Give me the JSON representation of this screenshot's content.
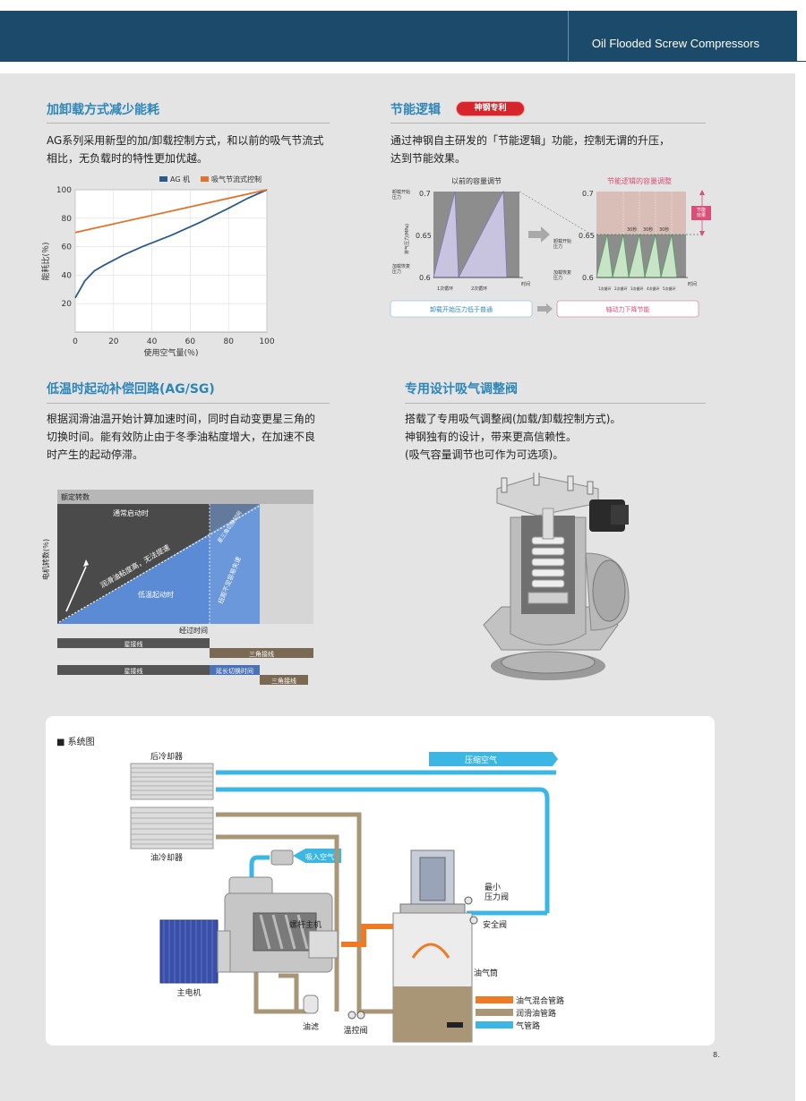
{
  "header": {
    "title": "Oil Flooded Screw Compressors"
  },
  "section1": {
    "title": "加卸载方式减少能耗",
    "body": [
      "AG系列采用新型的加/卸载控制方式，和以前的吸气节流式",
      "相比，无负载时的特性更加优越。"
    ]
  },
  "chart_data": {
    "type": "line",
    "title": "",
    "xlabel": "使用空气量(％)",
    "ylabel": "能耗比(％)",
    "xlim": [
      0,
      100
    ],
    "ylim": [
      0,
      100
    ],
    "x_ticks": [
      "0",
      "20",
      "40",
      "60",
      "80",
      "100"
    ],
    "y_ticks": [
      "20",
      "40",
      "60",
      "80",
      "100"
    ],
    "grid": true,
    "legend_position": "top",
    "series": [
      {
        "name": "AG 机",
        "color": "#2b5a8e",
        "x": [
          0,
          5,
          10,
          15,
          25,
          35,
          50,
          65,
          80,
          90,
          100
        ],
        "y": [
          24,
          36,
          43,
          47,
          54,
          60,
          68,
          77,
          87,
          94,
          100
        ]
      },
      {
        "name": "吸气节流式控制",
        "color": "#e2722a",
        "x": [
          0,
          100
        ],
        "y": [
          70,
          100
        ]
      }
    ]
  },
  "section2": {
    "title": "节能逻辑",
    "badge": "神钢专利",
    "body": [
      "通过神钢自主研发的「节能逻辑」功能，控制无谓的升压，",
      "达到节能效果。"
    ],
    "diagram": {
      "left_title": "以前的容量调节",
      "right_title": "节能逻辑的容量调整",
      "y_values": [
        "0.7",
        "0.65",
        "0.6"
      ],
      "label_unload_start": "卸载开始压力",
      "label_load_resume": "加载恢复压力",
      "ylabel": "排气压力(MPa)",
      "time_label": "时间",
      "left_cycles": [
        "1次循环",
        "2次循环"
      ],
      "right_cycles": [
        "1次循环",
        "2次循环",
        "3次循环",
        "4次循环",
        "5次循环"
      ],
      "seconds": [
        "30秒",
        "30秒",
        "30秒"
      ],
      "effect_label": "节能效果",
      "box_left": "卸载开始压力低于普通",
      "box_right": "轴动力下降节能"
    }
  },
  "section3": {
    "title": "低温时起动补偿回路(AG/SG)",
    "body": [
      "根据润滑油温开始计算加速时间，同时自动变更星三角的",
      "切换时间。能有效防止由于冬季油粘度增大，在加速不良",
      "时产生的起动停滞。"
    ],
    "diagram": {
      "top_label": "额定转数",
      "normal_start": "通常启动时",
      "low_temp_start": "低温起动时",
      "viscosity_text": "润滑油粘度高，无法提速",
      "insufficient_torque": "扭距不足容易失速",
      "star_delta_label": "星三角切换时间",
      "ylabel": "电机转数(％)",
      "xlabel": "经过时间",
      "bar1_star": "星接线",
      "bar1_delta": "三角接线",
      "bar2_star": "星接线",
      "bar2_extend": "延长切换时间",
      "bar2_delta": "三角接线"
    }
  },
  "section4": {
    "title": "专用设计吸气调整阀",
    "body": [
      "搭载了专用吸气调整阀(加载/卸载控制方式)。",
      "神钢独有的设计，带来更高信赖性。",
      "(吸气容量调节也可作为可选项)。"
    ]
  },
  "system": {
    "title": "■ 系统图",
    "labels": {
      "aftercooler": "后冷却器",
      "compressed_air": "压缩空气",
      "oil_cooler": "油冷却器",
      "intake_air": "吸入空气",
      "min_pressure_valve": "最小\n压力阀",
      "safety_valve": "安全阀",
      "screw_main": "螺杆主机",
      "oil_tank": "油气筒",
      "main_motor": "主电机",
      "oil_filter": "油滤",
      "thermo_valve": "温控阀"
    },
    "legend": [
      {
        "label": "油气混合管路",
        "color": "#f07a24"
      },
      {
        "label": "润滑油管路",
        "color": "#a89676"
      },
      {
        "label": "气管路",
        "color": "#3cb6e3"
      }
    ]
  },
  "page_number": "8."
}
